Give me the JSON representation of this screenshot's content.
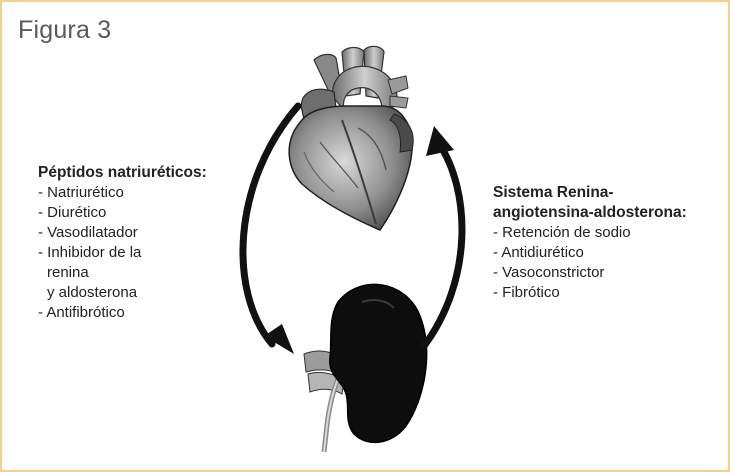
{
  "figure": {
    "title": "Figura 3"
  },
  "left_panel": {
    "heading": "Péptidos natriuréticos:",
    "items": [
      "- Natriurético",
      "- Diurético",
      "- Vasodilatador",
      "- Inhibidor de la",
      "  renina",
      "  y aldosterona",
      "- Antifibrótico"
    ]
  },
  "right_panel": {
    "heading_line1": "Sistema Renina-",
    "heading_line2": "angiotensina-aldosterona:",
    "items": [
      "- Retención de sodio",
      "- Antidiurético",
      "- Vasoconstrictor",
      "- Fibrótico"
    ]
  },
  "colors": {
    "border": "#f3cf8a",
    "arrow": "#111111"
  }
}
